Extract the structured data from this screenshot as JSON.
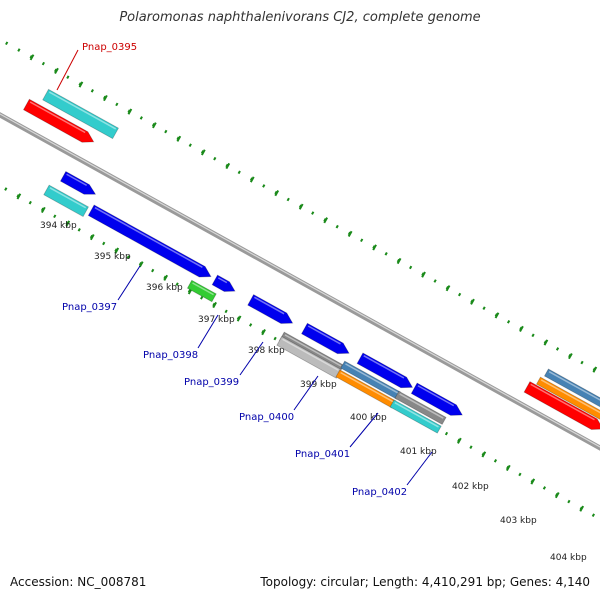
{
  "title": "Polaromonas naphthalenivorans CJ2, complete genome",
  "footer": {
    "accession": "Accession: NC_008781",
    "summary": "Topology: circular; Length: 4,410,291 bp; Genes: 4,140"
  },
  "colors": {
    "backbone": "#808080",
    "tick": "#1a8a1a",
    "label_top": "#cc0000",
    "label_bottom": "#0000aa",
    "red": "#ff0000",
    "cyan": "#33cccc",
    "blue": "#0000ee",
    "green": "#33cc33",
    "gray": "#bbbbbb",
    "orange": "#ff8c00",
    "steelblue": "#4682b4"
  },
  "scale_labels": [
    "394 kbp",
    "395 kbp",
    "396 kbp",
    "397 kbp",
    "398 kbp",
    "399 kbp",
    "400 kbp",
    "401 kbp",
    "402 kbp",
    "403 kbp",
    "404 kbp"
  ],
  "gene_labels": [
    {
      "text": "Pnap_0395",
      "strand": "top"
    },
    {
      "text": "Pnap_0397",
      "strand": "bottom"
    },
    {
      "text": "Pnap_0398",
      "strand": "bottom"
    },
    {
      "text": "Pnap_0399",
      "strand": "bottom"
    },
    {
      "text": "Pnap_0400",
      "strand": "bottom"
    },
    {
      "text": "Pnap_0401",
      "strand": "bottom"
    },
    {
      "text": "Pnap_0402",
      "strand": "bottom"
    }
  ]
}
